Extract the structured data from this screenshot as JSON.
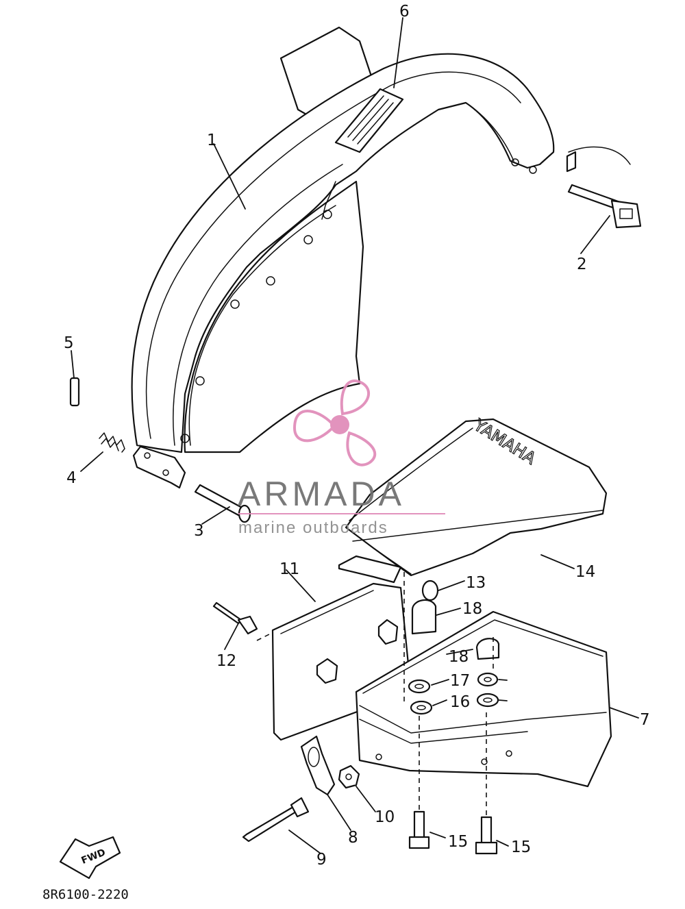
{
  "figure": {
    "drawing_code": "8R6100-2220",
    "direction_marker": "FWD",
    "cover_emboss": "YAMAHA"
  },
  "watermark": {
    "brand": "ARMADA",
    "tagline": "marine outboards",
    "accent_color": "#e08ab8"
  },
  "callouts": {
    "c1": "1",
    "c2": "2",
    "c3": "3",
    "c4": "4",
    "c5": "5",
    "c6": "6",
    "c7": "7",
    "c8": "8",
    "c9": "9",
    "c10": "10",
    "c11": "11",
    "c12": "12",
    "c13": "13",
    "c14": "14",
    "c15a": "15",
    "c15b": "15",
    "c16": "16",
    "c17": "17",
    "c18a": "18",
    "c18b": "18"
  }
}
